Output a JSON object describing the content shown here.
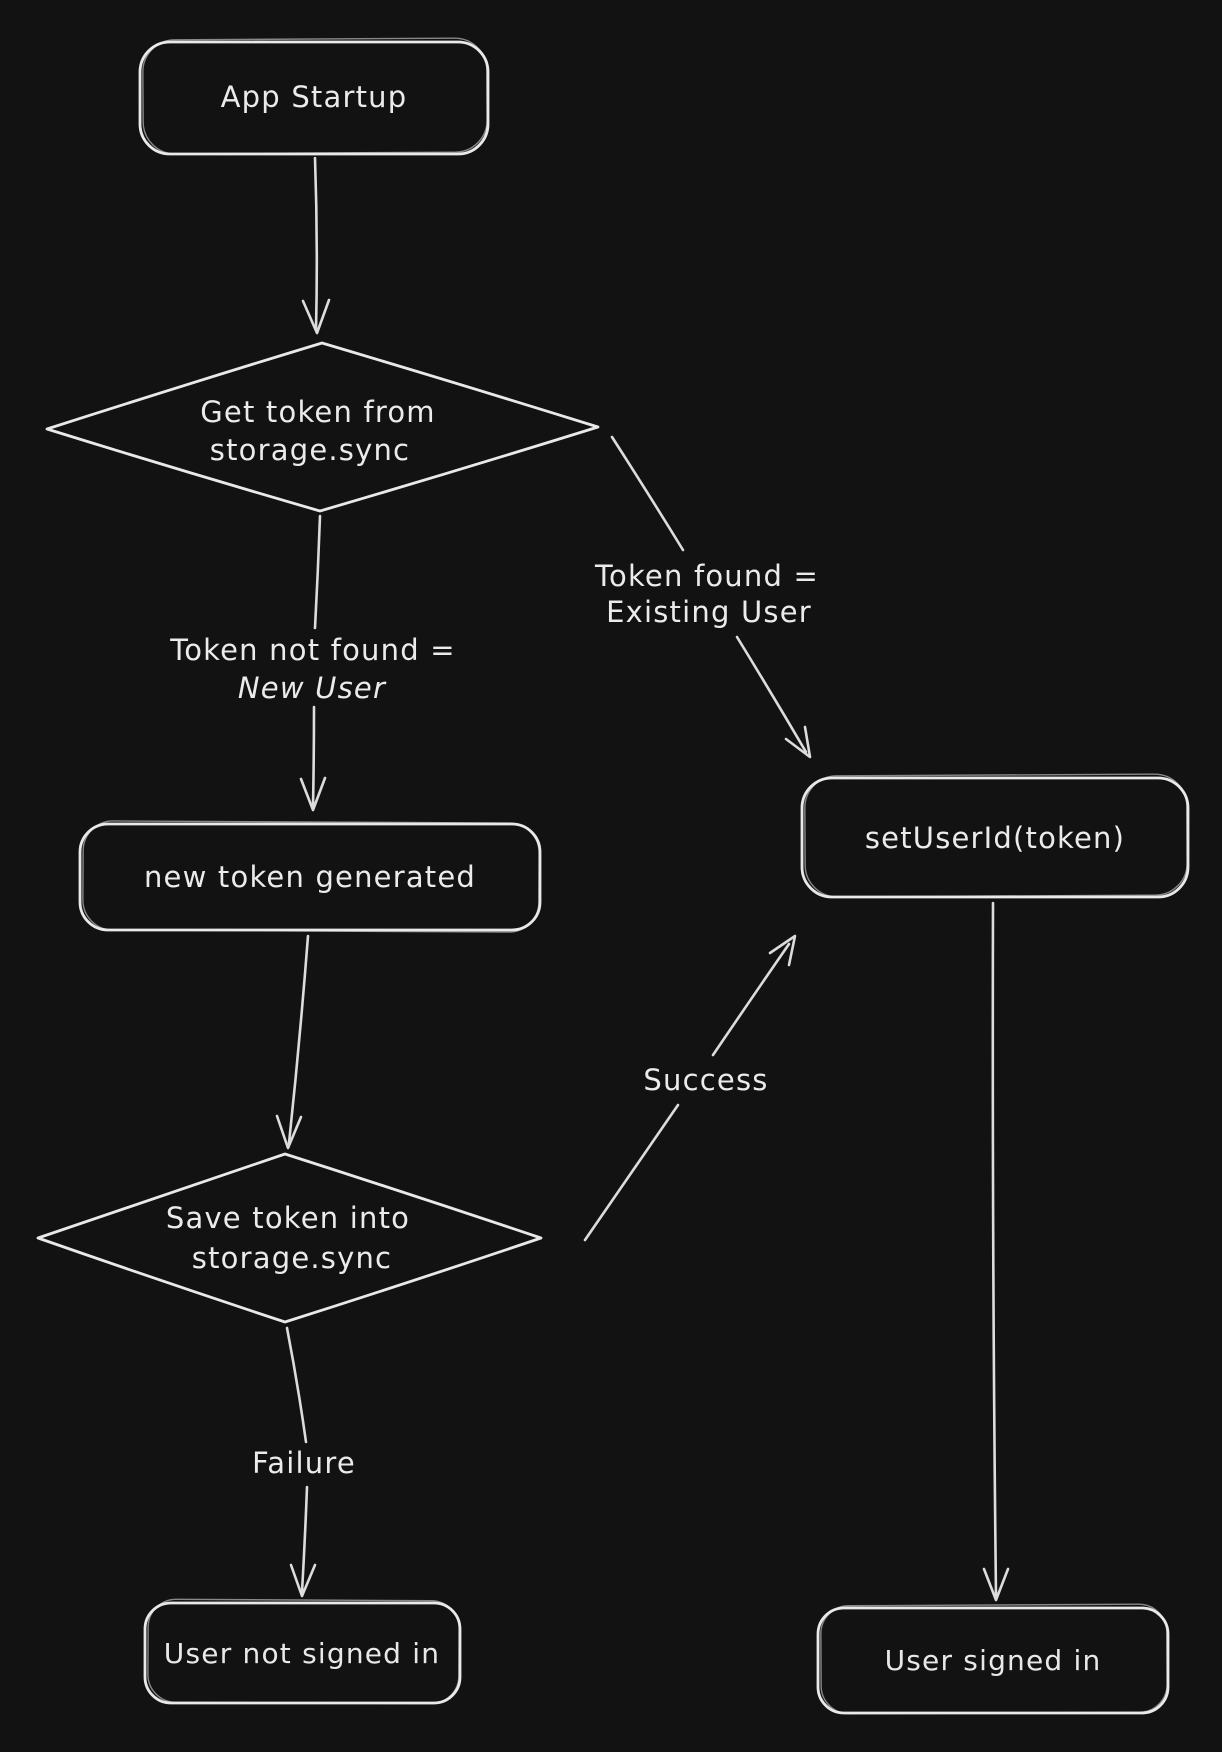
{
  "diagram": {
    "title": "auth token flowchart",
    "background_color": "#121212",
    "stroke_color": "#e9e9e9",
    "text_color": "#eceaea",
    "nodes": {
      "app_startup": {
        "shape": "rounded-rectangle",
        "label": "App Startup"
      },
      "get_token": {
        "shape": "diamond",
        "line1": "Get token from",
        "line2": "storage.sync"
      },
      "new_token": {
        "shape": "rounded-rectangle",
        "label": "new token generated"
      },
      "set_user_id": {
        "shape": "rounded-rectangle",
        "label": "setUserId(token)"
      },
      "save_token": {
        "shape": "diamond",
        "line1": "Save token into",
        "line2": "storage.sync"
      },
      "user_not_signed_in": {
        "shape": "rounded-rectangle",
        "label": "User not signed in"
      },
      "user_signed_in": {
        "shape": "rounded-rectangle",
        "label": "User signed in"
      }
    },
    "edge_labels": {
      "token_not_found": {
        "line1": "Token not found =",
        "line2": "New User"
      },
      "token_found": {
        "line1": "Token found =",
        "line2": "Existing User"
      },
      "success": "Success",
      "failure": "Failure"
    }
  }
}
